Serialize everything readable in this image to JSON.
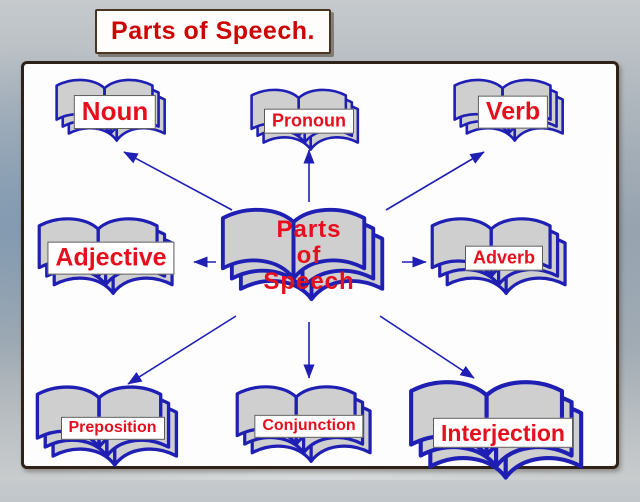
{
  "title": "Parts of Speech.",
  "center": {
    "label_lines": [
      "Parts",
      "of",
      "Speech"
    ]
  },
  "nodes": [
    {
      "label": "Noun"
    },
    {
      "label": "Pronoun"
    },
    {
      "label": "Verb"
    },
    {
      "label": "Adjective"
    },
    {
      "label": "Adverb"
    },
    {
      "label": "Preposition"
    },
    {
      "label": "Conjunction"
    },
    {
      "label": "Interjection"
    }
  ],
  "colors": {
    "label_text": "#e60f1e",
    "title_text": "#cc0404",
    "arrow": "#1f1fb4",
    "book_fill": "#cfcfcf",
    "book_outline": "#1f1fb4",
    "panel_border": "#2f2218",
    "panel_background": "#fdfdfd"
  }
}
